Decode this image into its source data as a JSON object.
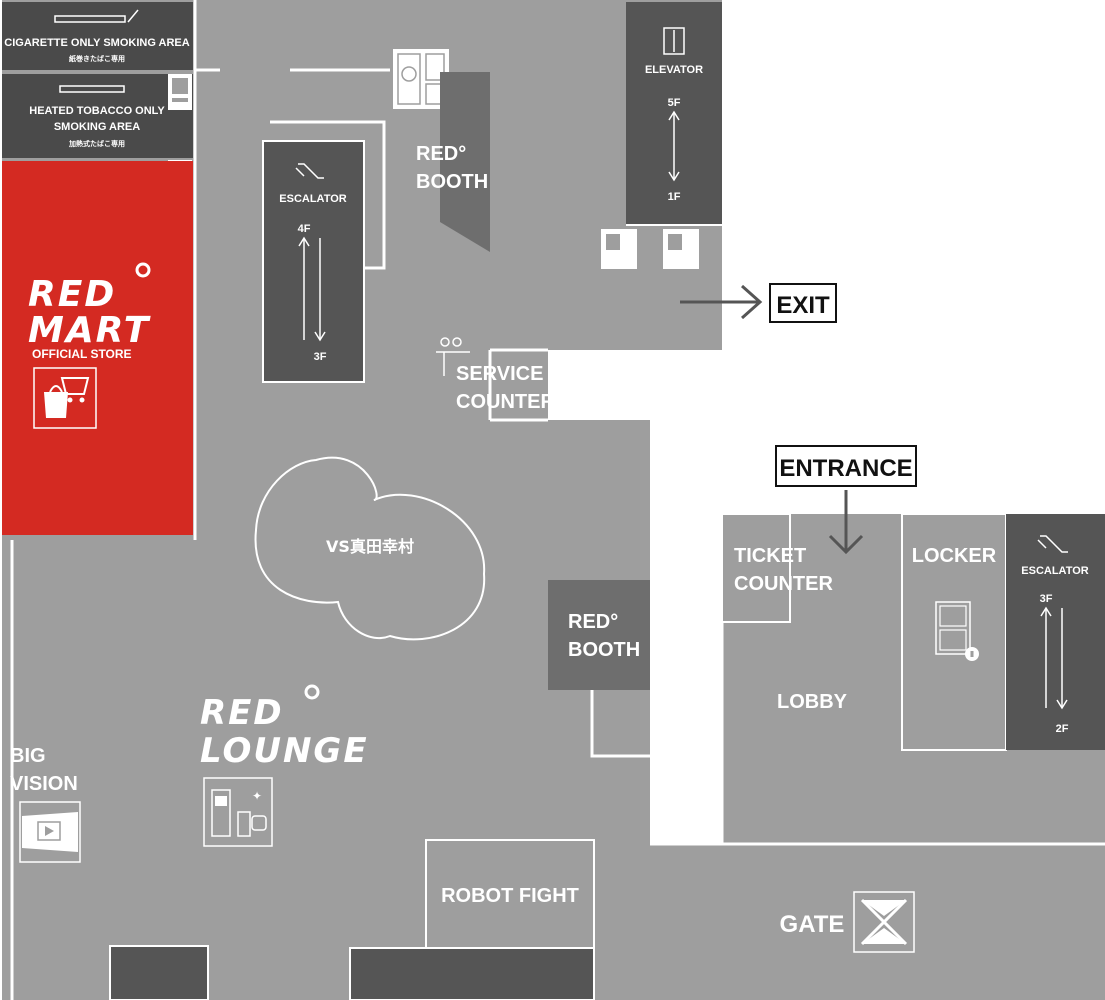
{
  "colors": {
    "floor": "#9e9e9e",
    "wall": "#ffffff",
    "dark_room": "#555555",
    "medium_room": "#6e6e6e",
    "red_mart": "#d42a22",
    "label_box_border": "#111111"
  },
  "rooms": {
    "cigarette_area": {
      "title": "CIGARETTE ONLY SMOKING AREA",
      "subtitle": "紙巻きたばこ専用"
    },
    "heated_tobacco_area": {
      "title_line1": "HEATED TOBACCO ONLY",
      "title_line2": "SMOKING AREA",
      "subtitle": "加熱式たばこ専用"
    },
    "red_mart": {
      "line1": "RED",
      "line2": "MART",
      "line3": "OFFICIAL STORE",
      "icon": "shopping-bag-cart-icon"
    },
    "escalator_left": {
      "title": "ESCALATOR",
      "from": "4F",
      "to": "3F",
      "icon": "escalator-icon"
    },
    "red_booth_top": {
      "line1": "RED°",
      "line2": "BOOTH"
    },
    "elevator": {
      "title": "ELEVATOR",
      "top": "5F",
      "bottom": "1F",
      "icon": "elevator-icon"
    },
    "exit": {
      "label": "EXIT"
    },
    "service_counter": {
      "line1": "SERVICE",
      "line2": "COUNTER",
      "icon": "service-counter-icon"
    },
    "entrance": {
      "label": "ENTRANCE"
    },
    "vs_sanada": {
      "label": "VS真田幸村"
    },
    "red_booth_mid": {
      "line1": "RED°",
      "line2": "BOOTH"
    },
    "ticket_counter": {
      "line1": "TICKET",
      "line2": "COUNTER"
    },
    "locker": {
      "title": "LOCKER",
      "icon": "locker-icon"
    },
    "escalator_right": {
      "title": "ESCALATOR",
      "top": "3F",
      "bottom": "2F",
      "icon": "escalator-icon"
    },
    "lobby": {
      "label": "LOBBY"
    },
    "red_lounge": {
      "line1": "RED",
      "line2": "LOUNGE",
      "icon": "arcade-drink-icon"
    },
    "big_vision": {
      "line1": "BIG",
      "line2": "VISION",
      "icon": "video-screen-icon"
    },
    "robot_fight": {
      "label": "ROBOT FIGHT"
    },
    "gate": {
      "label": "GATE",
      "icon": "gate-icon"
    }
  },
  "amenities": {
    "capsule_machine_icon": "capsule-toy-icon",
    "vending_machine_icon": "vending-machine-icon"
  }
}
